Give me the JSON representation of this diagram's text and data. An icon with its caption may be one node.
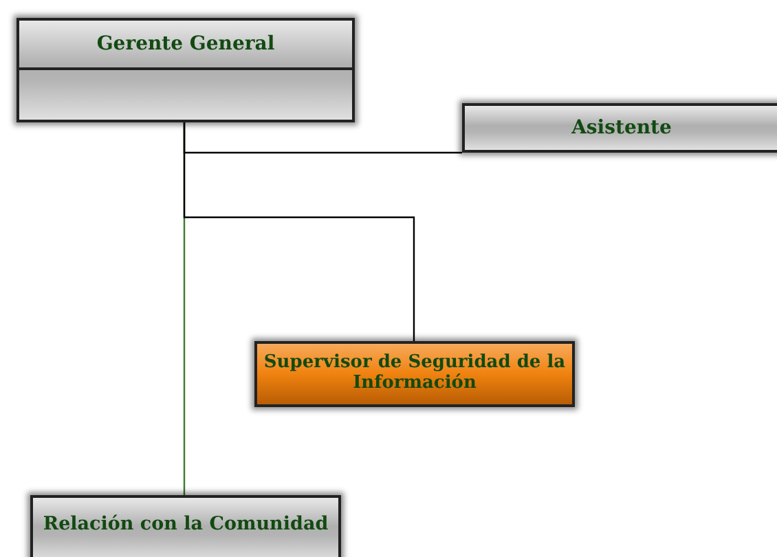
{
  "diagram": {
    "nodes": [
      {
        "text": [
          "Gerente General"
        ]
      },
      {
        "text": [
          "Asistente"
        ]
      },
      {
        "text": [
          "Supervisor de Seguridad de la Información"
        ]
      },
      {
        "text": [
          "Relación con la Comunidad"
        ]
      }
    ],
    "edges": [
      {
        "from": 0,
        "to": 1,
        "arrow": "none"
      },
      {
        "from": 0,
        "to": 2,
        "arrow": "none"
      },
      {
        "from": 0,
        "to": 3,
        "arrow": "none",
        "color": "#3c7a2c"
      }
    ]
  }
}
